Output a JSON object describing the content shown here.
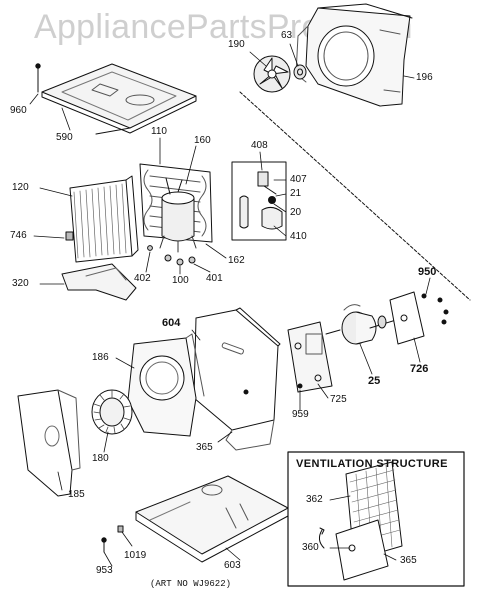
{
  "watermark": "AppliancePartsPros.com",
  "inset_title": "VENTILATION STRUCTURE",
  "art_number": "(ART NO WJ9622)",
  "callouts": [
    {
      "id": "960",
      "text": "960"
    },
    {
      "id": "590",
      "text": "590"
    },
    {
      "id": "190",
      "text": "190"
    },
    {
      "id": "63",
      "text": "63"
    },
    {
      "id": "196",
      "text": "196"
    },
    {
      "id": "110",
      "text": "110"
    },
    {
      "id": "160",
      "text": "160"
    },
    {
      "id": "408",
      "text": "408"
    },
    {
      "id": "407",
      "text": "407"
    },
    {
      "id": "21",
      "text": "21"
    },
    {
      "id": "20",
      "text": "20"
    },
    {
      "id": "410",
      "text": "410"
    },
    {
      "id": "120",
      "text": "120"
    },
    {
      "id": "746",
      "text": "746"
    },
    {
      "id": "162",
      "text": "162"
    },
    {
      "id": "402",
      "text": "402"
    },
    {
      "id": "100",
      "text": "100"
    },
    {
      "id": "401",
      "text": "401"
    },
    {
      "id": "320",
      "text": "320"
    },
    {
      "id": "950",
      "text": "950"
    },
    {
      "id": "604",
      "text": "604"
    },
    {
      "id": "186",
      "text": "186"
    },
    {
      "id": "726",
      "text": "726"
    },
    {
      "id": "25",
      "text": "25"
    },
    {
      "id": "725",
      "text": "725"
    },
    {
      "id": "959",
      "text": "959"
    },
    {
      "id": "365a",
      "text": "365"
    },
    {
      "id": "180",
      "text": "180"
    },
    {
      "id": "185",
      "text": "185"
    },
    {
      "id": "362",
      "text": "362"
    },
    {
      "id": "360",
      "text": "360"
    },
    {
      "id": "365b",
      "text": "365"
    },
    {
      "id": "953",
      "text": "953"
    },
    {
      "id": "1019",
      "text": "1019"
    },
    {
      "id": "603",
      "text": "603"
    }
  ]
}
